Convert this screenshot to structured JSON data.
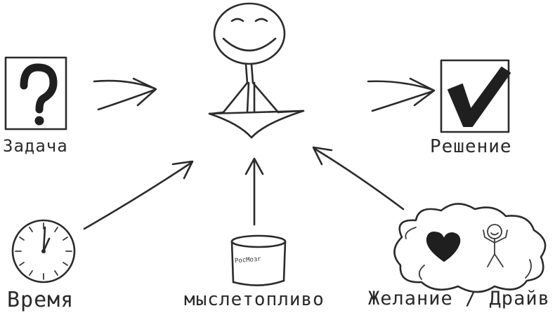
{
  "nodes": {
    "task": {
      "label": "Задача"
    },
    "result": {
      "label": "Решение"
    },
    "time": {
      "label": "Время"
    },
    "fuel": {
      "label": "мыслетопливо",
      "can_text": "РосМозг"
    },
    "drive": {
      "label": "Желание / Драйв"
    }
  },
  "icons": [
    "question-mark-icon",
    "checkmark-icon",
    "clock-icon",
    "fuel-can-icon",
    "heart-icon",
    "stick-figure-icon",
    "meditating-person-icon"
  ],
  "colors": {
    "ink": "#2b2b2b",
    "background": "#ffffff"
  }
}
